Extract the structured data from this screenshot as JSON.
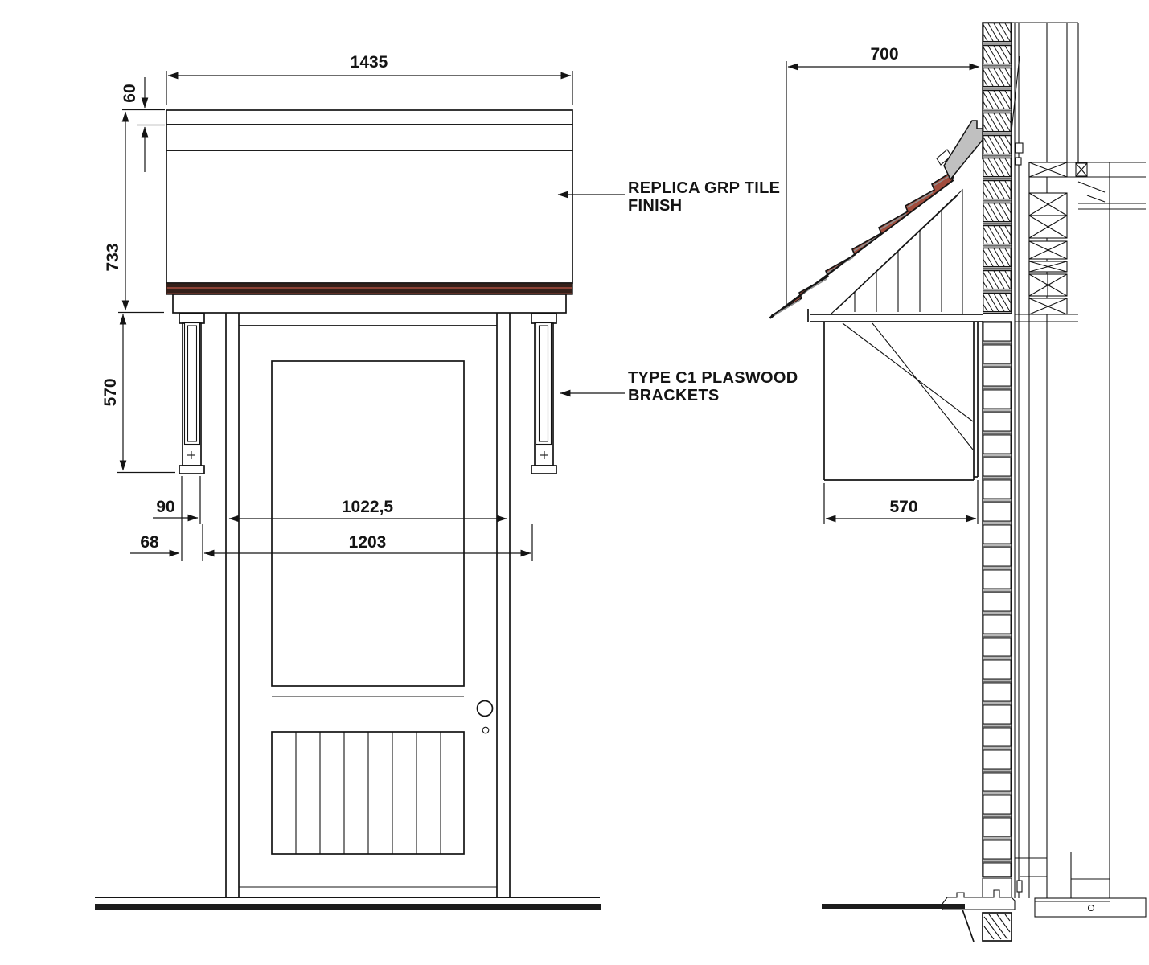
{
  "drawing": {
    "labels": {
      "tile_line1": "REPLICA GRP TILE",
      "tile_line2": "FINISH",
      "bracket_line1": "TYPE C1 PLASWOOD",
      "bracket_line2": "BRACKETS"
    },
    "front_view": {
      "dim_canopy_width": "1435",
      "dim_fascia_height": "60",
      "dim_canopy_height": "733",
      "dim_bracket_height": "570",
      "dim_bracket_width": "90",
      "dim_offset": "68",
      "dim_door_width": "1022,5",
      "dim_frame_width": "1203"
    },
    "side_view": {
      "dim_projection": "700",
      "dim_bracket_depth": "570"
    },
    "colors": {
      "tile": "#a24c3c",
      "tile_dark_trim": "#34201a",
      "mortar": "#8e9aa6",
      "fascia_grey": "#c9c9c9",
      "flashing_grey": "#c0c0c0",
      "line": "#141414"
    }
  }
}
